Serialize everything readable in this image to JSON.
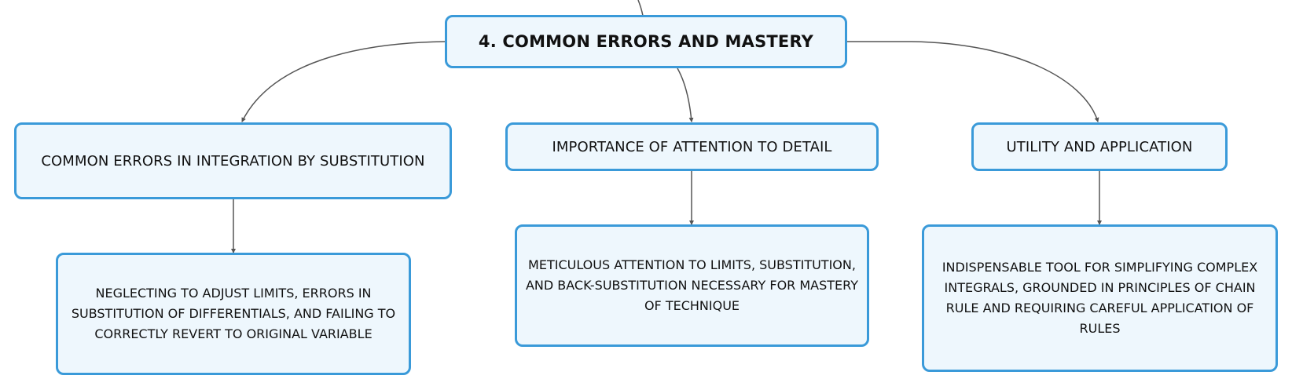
{
  "diagram": {
    "root": {
      "label": "4. COMMON ERRORS AND MASTERY"
    },
    "branches": [
      {
        "label": "COMMON ERRORS IN INTEGRATION BY SUBSTITUTION",
        "detail": "NEGLECTING TO ADJUST LIMITS, ERRORS IN SUBSTITUTION OF DIFFERENTIALS, AND FAILING TO CORRECTLY REVERT TO ORIGINAL VARIABLE"
      },
      {
        "label": "IMPORTANCE OF ATTENTION TO DETAIL",
        "detail": "METICULOUS ATTENTION TO LIMITS, SUBSTITUTION, AND BACK-SUBSTITUTION NECESSARY FOR MASTERY OF TECHNIQUE"
      },
      {
        "label": "UTILITY AND APPLICATION",
        "detail": "INDISPENSABLE TOOL FOR SIMPLIFYING COMPLEX INTEGRALS, GROUNDED IN PRINCIPLES OF CHAIN RULE AND REQUIRING CAREFUL APPLICATION OF RULES"
      }
    ],
    "colors": {
      "node_fill": "#eef7fd",
      "node_border": "#3a9ad9",
      "connector": "#555555",
      "text": "#111111"
    }
  }
}
